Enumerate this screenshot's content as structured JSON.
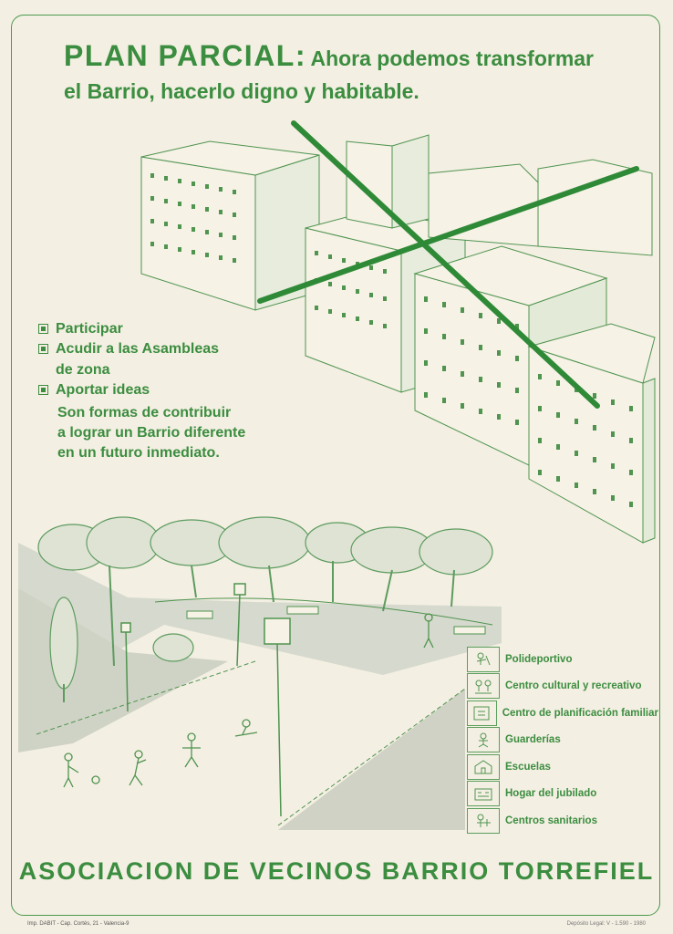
{
  "header": {
    "title_bold": "PLAN PARCIAL:",
    "title_rest": "Ahora podemos transformar",
    "title_line2": "el Barrio, hacerlo digno y habitable."
  },
  "bullets": [
    {
      "text": "Participar"
    },
    {
      "text": "Acudir a las Asambleas\nde zona"
    },
    {
      "text": "Aportar ideas"
    }
  ],
  "closing": "Son formas de contribuir\na lograr un Barrio diferente\nen un futuro inmediato.",
  "facilities": [
    {
      "label": "Polideportivo",
      "icon": "sports-icon"
    },
    {
      "label": "Centro cultural y recreativo",
      "icon": "culture-icon"
    },
    {
      "label": "Centro de planificación familiar",
      "icon": "family-planning-icon"
    },
    {
      "label": "Guarderías",
      "icon": "nursery-icon"
    },
    {
      "label": "Escuelas",
      "icon": "school-icon"
    },
    {
      "label": "Hogar del jubilado",
      "icon": "retirement-home-icon"
    },
    {
      "label": "Centros sanitarios",
      "icon": "health-center-icon"
    }
  ],
  "footer": {
    "association": "ASOCIACION DE VECINOS BARRIO TORREFIEL",
    "imprint": "Imp. DABIT - Cap. Cortés, 21 - Valencia-9",
    "legal": "Depósito Legal: V - 1.590 - 1980"
  },
  "colors": {
    "ink": "#3b8d3f",
    "paper": "#f4efe3",
    "cross": "#2f8a37"
  }
}
